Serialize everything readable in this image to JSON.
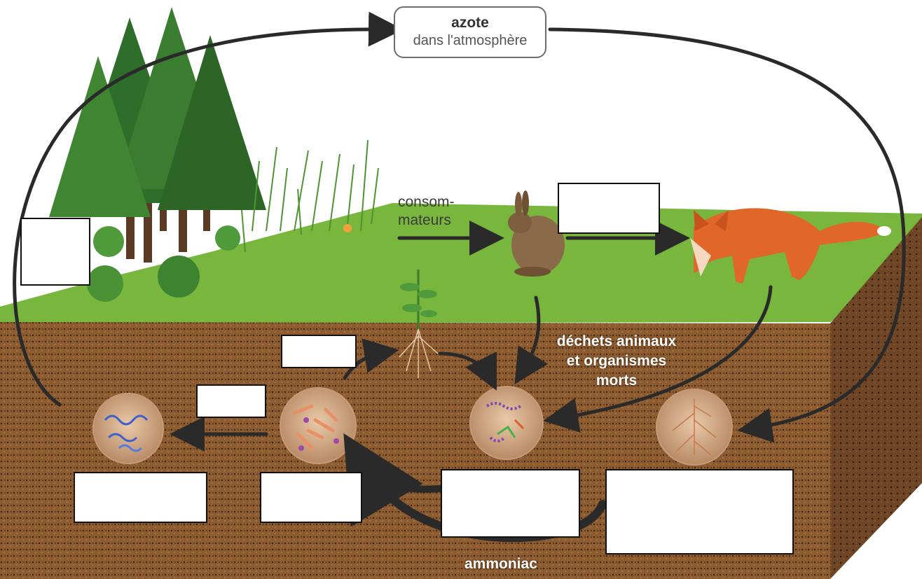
{
  "atmosphere": {
    "title": "azote",
    "subtitle": "dans l'atmosphère"
  },
  "labels": {
    "consumers_line1": "consom-",
    "consumers_line2": "mateurs",
    "waste_line1": "déchets animaux",
    "waste_line2": "et organismes",
    "waste_line3": "morts",
    "ammonia": "ammoniac"
  },
  "blank_label_boxes": [
    "",
    "",
    "",
    "",
    "",
    "",
    "",
    ""
  ],
  "colors": {
    "grass": "#73b23c",
    "soil": "#8a5a30",
    "arrow": "#2a2a2a",
    "fox": "#e0662a",
    "rabbit": "#8a6a48"
  }
}
